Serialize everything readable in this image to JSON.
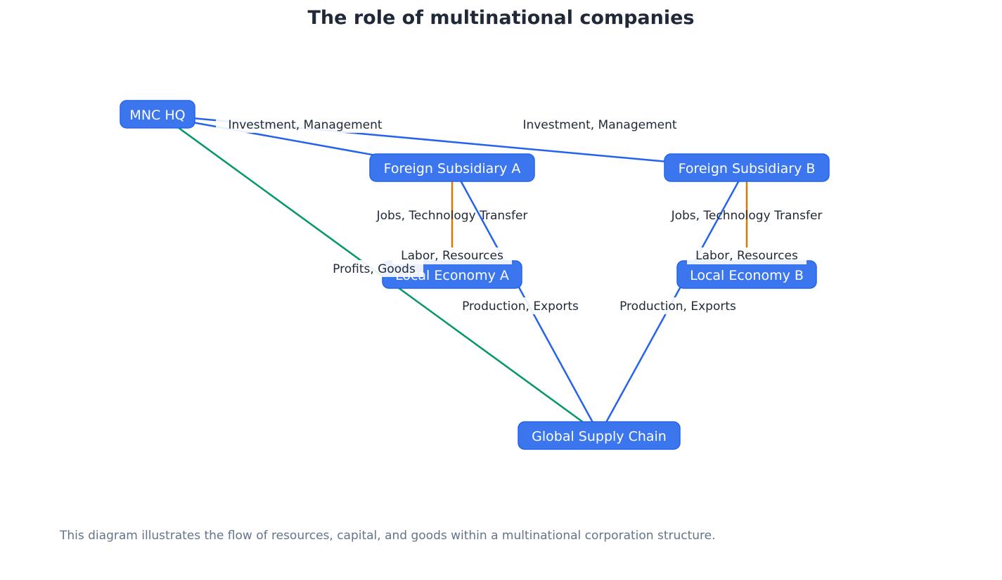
{
  "title": "The role of multinational companies",
  "caption": "This diagram illustrates the flow of resources, capital, and goods within a multinational corporation structure.",
  "colors": {
    "node_fill": "#3b76ef",
    "node_stroke": "#2563eb",
    "investment_edge": "#2563eb",
    "jobs_edge": "#d97706",
    "profits_edge": "#059669",
    "label_text": "#1f2937",
    "caption_text": "#64748b"
  },
  "nodes": {
    "mnc_hq": "MNC HQ",
    "subsidiary_a": "Foreign Subsidiary A",
    "subsidiary_b": "Foreign Subsidiary B",
    "local_a": "Local Economy A",
    "local_b": "Local Economy B",
    "supply_chain": "Global Supply Chain"
  },
  "edges": {
    "hq_to_a": "Investment, Management",
    "hq_to_b": "Investment, Management",
    "a_to_local_a": "Jobs, Technology Transfer",
    "b_to_local_b": "Jobs, Technology Transfer",
    "local_a_to_a": "Labor, Resources",
    "local_b_to_b": "Labor, Resources",
    "a_to_supply": "Production, Exports",
    "b_to_supply": "Production, Exports",
    "supply_to_hq": "Profits, Goods"
  }
}
